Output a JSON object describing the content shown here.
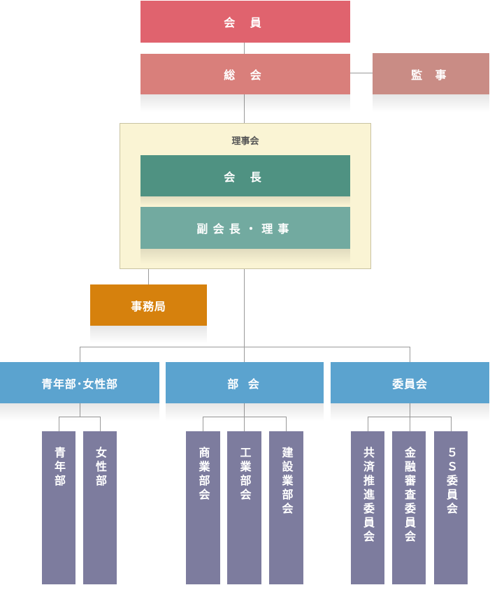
{
  "top": {
    "members": "会 員",
    "general_assembly": "総 会",
    "auditors": "監 事"
  },
  "board": {
    "title": "理事会",
    "president": "会 長",
    "vp_directors": "副会長・理事"
  },
  "secretariat": "事務局",
  "divisions": {
    "youth_women": "青年部･女性部",
    "bukai": "部 会",
    "committees": "委員会"
  },
  "youth_women_units": [
    "青年部",
    "女性部"
  ],
  "bukai_units": [
    "商業部会",
    "工業部会",
    "建設業部会"
  ],
  "committee_units": [
    "共済推進委員会",
    "金融審査委員会",
    "５Ｓ委員会"
  ],
  "colors": {
    "members": "#e0636e",
    "general_assembly": "#d97f7b",
    "auditors": "#c98c85",
    "board_panel": "#faf4d4",
    "president": "#4f9282",
    "vp_directors": "#72aaa0",
    "secretariat": "#d6810d",
    "divisions": "#5ba3cf",
    "units": "#7d7c9e"
  }
}
